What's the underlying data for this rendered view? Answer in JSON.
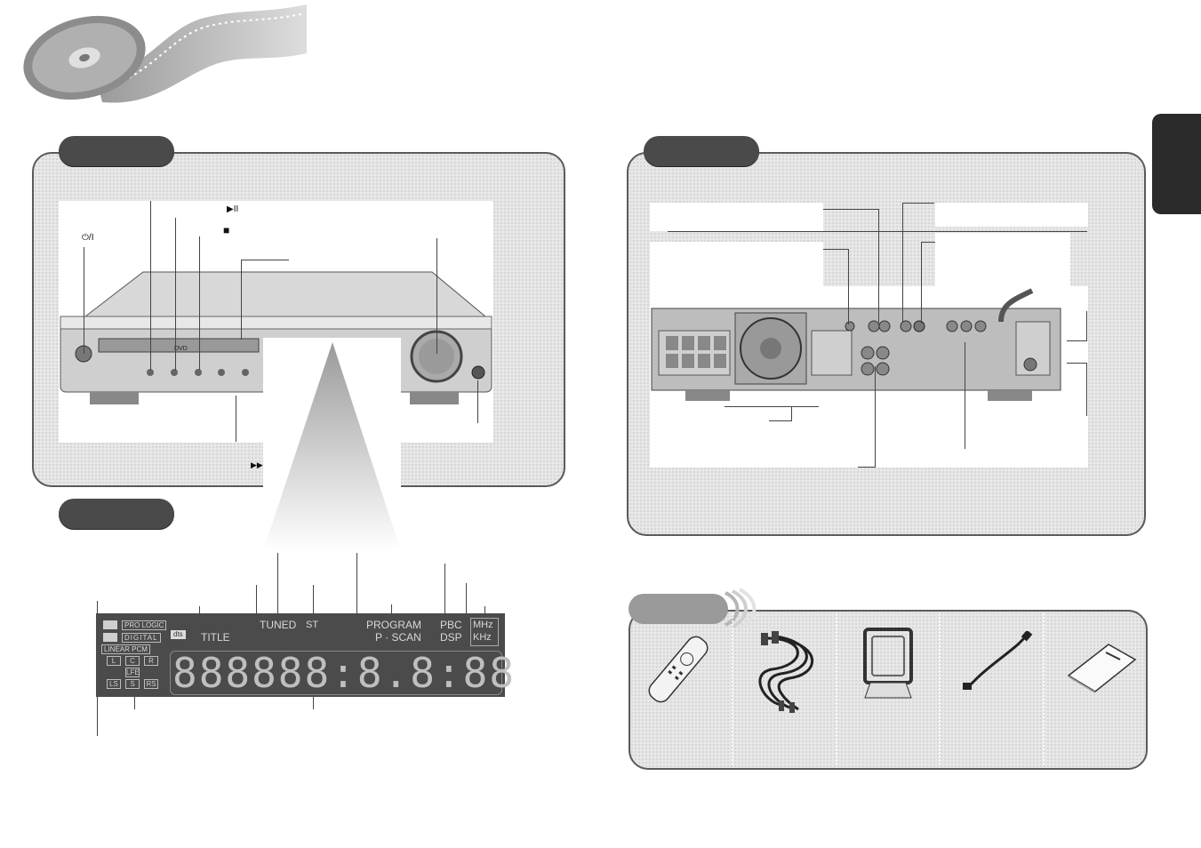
{
  "front_panel": {
    "symbols": {
      "power": "⏻/I",
      "play_pause": "▶II",
      "stop": "■",
      "skip": "▶▶"
    },
    "device_labels": {
      "dvd": "DVD"
    }
  },
  "display": {
    "pro_logic": "PRO LOGIC",
    "digital": "DIGITAL",
    "linear_pcm": "LINEAR PCM",
    "dts": "dts",
    "title": "TITLE",
    "tuned": "TUNED",
    "st": "ST",
    "program": "PROGRAM",
    "p_scan": "P · SCAN",
    "pbc": "PBC",
    "dsp": "DSP",
    "mhz": "MHz",
    "khz": "KHz",
    "segments": "888888:8.8:88",
    "channels": {
      "l": "L",
      "c": "C",
      "r": "R",
      "lfe": "LFE",
      "ls": "LS",
      "s": "S",
      "rs": "RS"
    }
  },
  "colors": {
    "panel_border": "#5a5a5a",
    "pill": "#4a4a4a",
    "display_bg": "#4b4b4b",
    "side_tab": "#2b2b2b"
  }
}
